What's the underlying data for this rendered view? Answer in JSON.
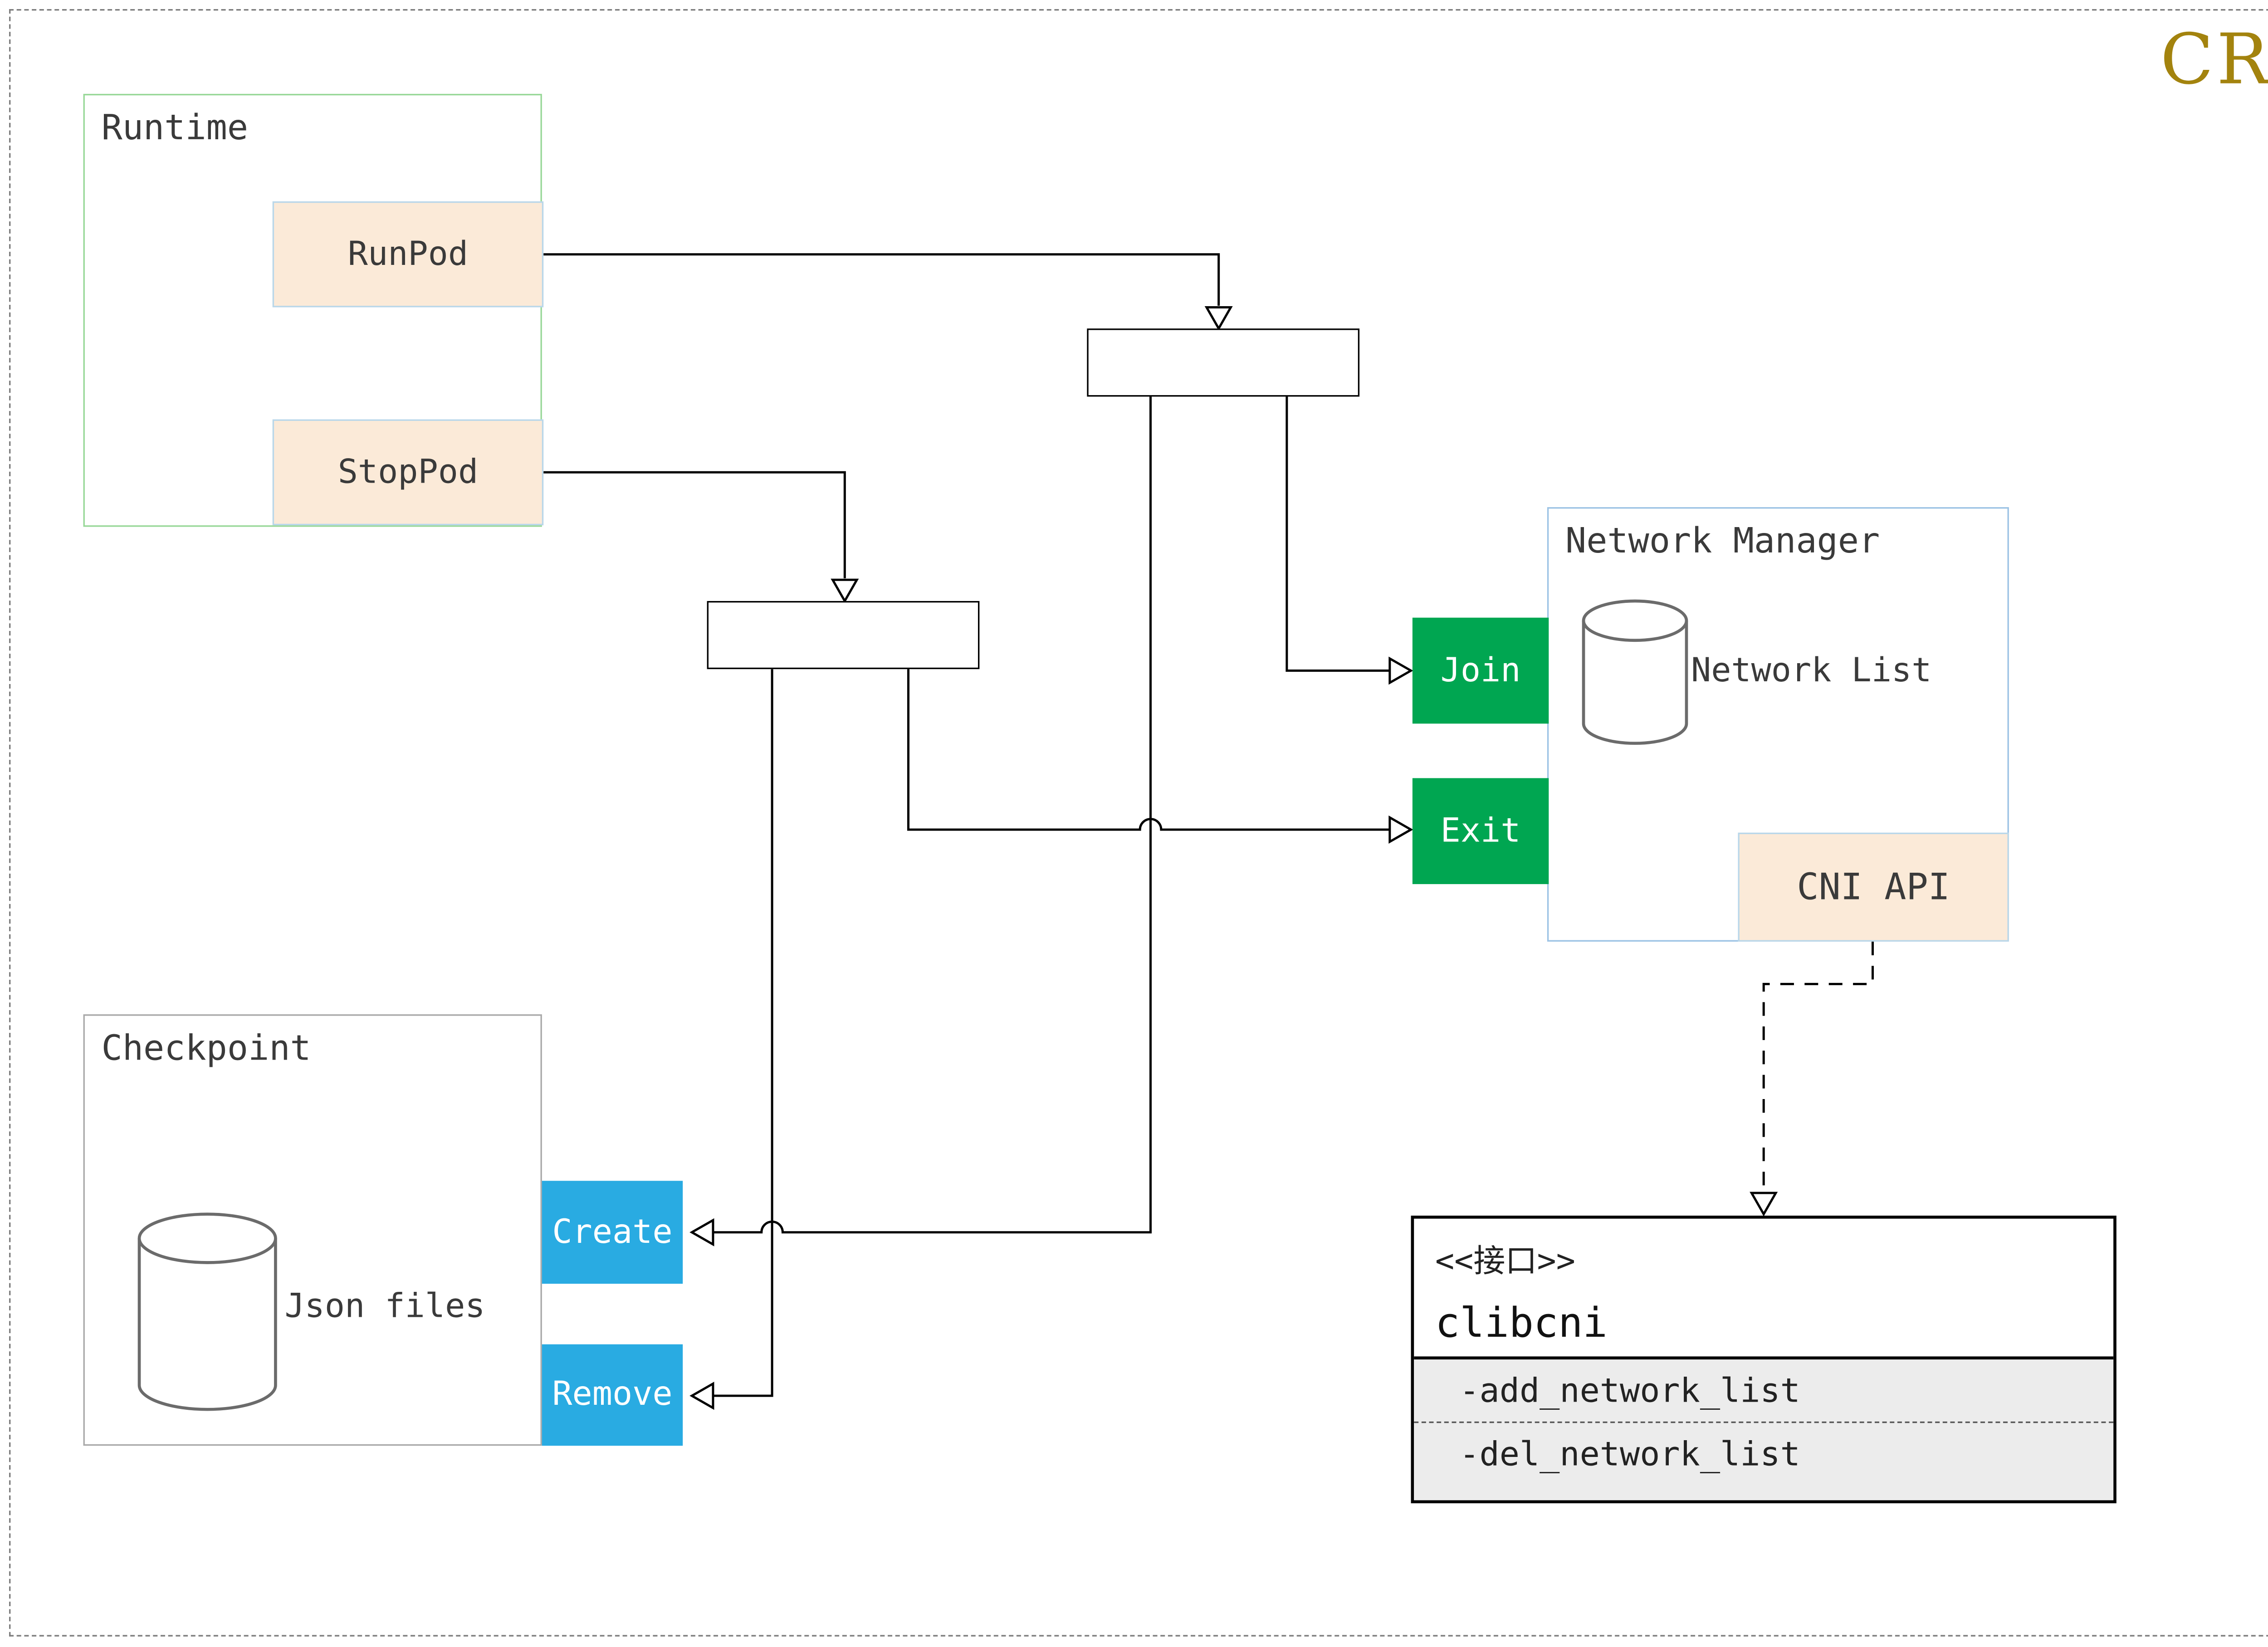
{
  "diagram_title": "CRI",
  "runtime": {
    "title": "Runtime",
    "run_pod_label": "RunPod",
    "stop_pod_label": "StopPod"
  },
  "network_manager": {
    "title": "Network Manager",
    "network_list_label": "Network List",
    "join_label": "Join",
    "exit_label": "Exit",
    "cni_api_label": "CNI API"
  },
  "checkpoint": {
    "title": "Checkpoint",
    "json_files_label": "Json files",
    "create_label": "Create",
    "remove_label": "Remove"
  },
  "clibcni_interface": {
    "stereotype": "<<接口>>",
    "name": "clibcni",
    "methods": [
      "-add_network_list",
      "-del_network_list"
    ]
  },
  "colors": {
    "green_button": "#00a651",
    "blue_button": "#29abe2",
    "peach_fill": "#fbead8",
    "title_gold": "#a3830e",
    "runtime_border": "#98d898",
    "network_manager_border": "#9cc3e5",
    "checkpoint_border": "#a9a9a9"
  }
}
